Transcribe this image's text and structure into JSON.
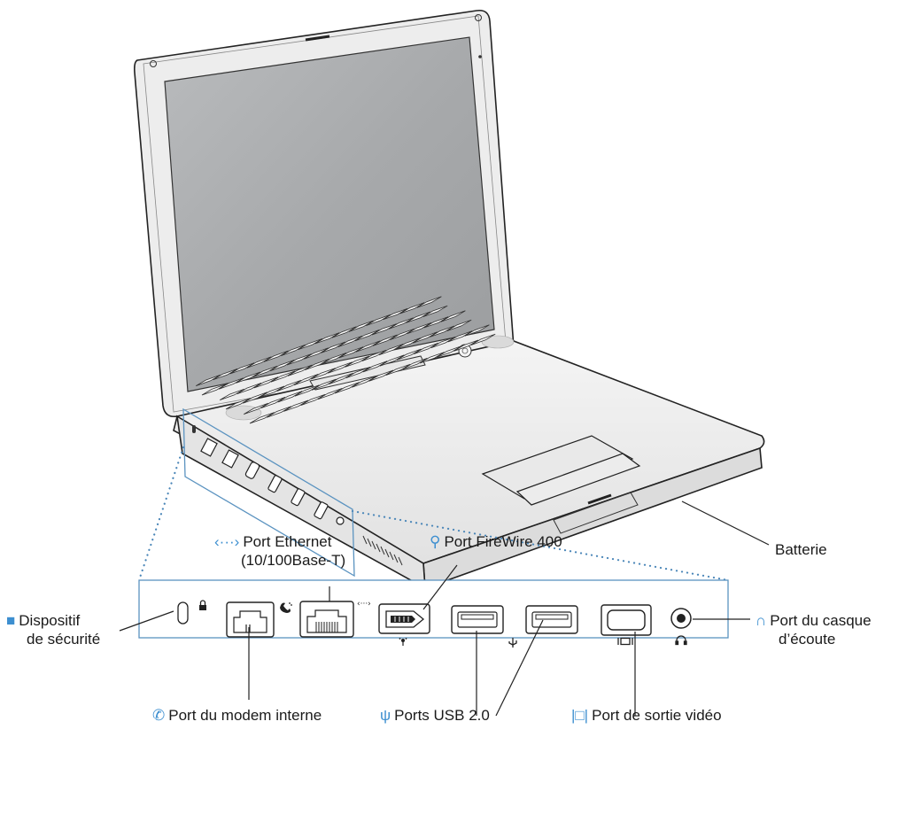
{
  "labels": {
    "battery": "Batterie",
    "ethernet": {
      "line1": "Port Ethernet",
      "line2": "(10/100Base-T)"
    },
    "firewire": "Port FireWire 400",
    "security": {
      "line1": "Dispositif",
      "line2": "de sécurité"
    },
    "headphone": {
      "line1": "Port du casque",
      "line2": "d’écoute"
    },
    "modem": "Port du modem interne",
    "usb": "Ports USB 2.0",
    "video": "Port de sortie vidéo"
  },
  "icons": {
    "ethernet": "ethernet-icon",
    "firewire": "firewire-icon",
    "security": "lock-icon",
    "headphone": "headphone-icon",
    "modem": "phone-icon",
    "usb": "usb-icon",
    "video": "display-icon"
  },
  "colors": {
    "accent": "#3d8fd0",
    "callout_line": "#4a86b8",
    "outline": "#222222"
  }
}
